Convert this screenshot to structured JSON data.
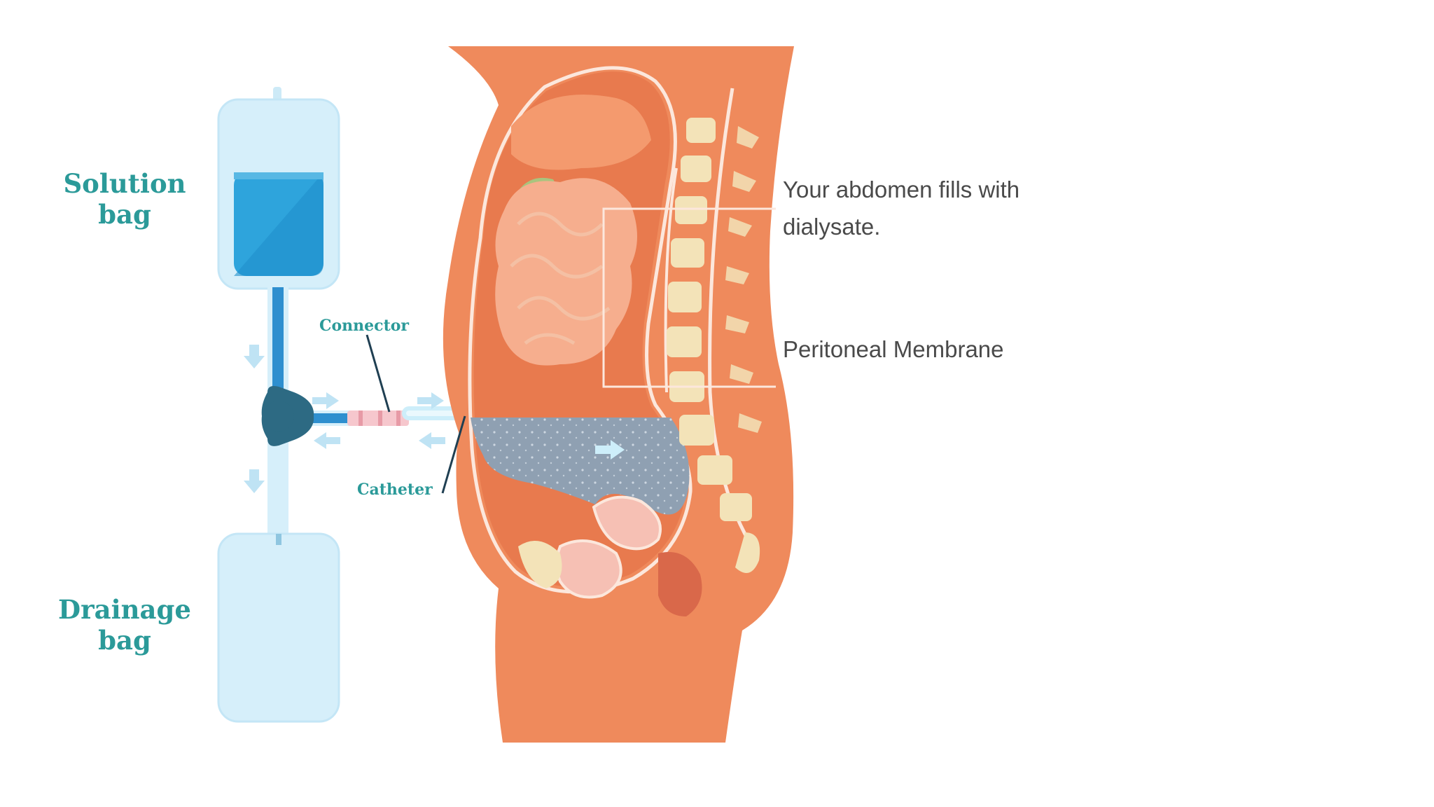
{
  "labels": {
    "solution_bag": [
      "Solution",
      "bag"
    ],
    "drainage_bag": [
      "Drainage",
      "bag"
    ],
    "connector": "Connector",
    "catheter": "Catheter"
  },
  "annotations": {
    "abdomen_fills": [
      "Your abdomen fills with",
      "dialysate."
    ],
    "peritoneal_membrane": "Peritoneal Membrane"
  },
  "colors": {
    "label_teal": "#2b9a99",
    "bag_fill": "#d6effa",
    "solution_fluid": "#2ea4dc",
    "tube_blue": "#2e8fcf",
    "body_skin": "#ef8a5c",
    "abdomen_cavity": "#e87a4e",
    "intestines": "#f6ae8e",
    "dialysate": "#8fa0b2",
    "vertebrae": "#f3e3b8"
  }
}
